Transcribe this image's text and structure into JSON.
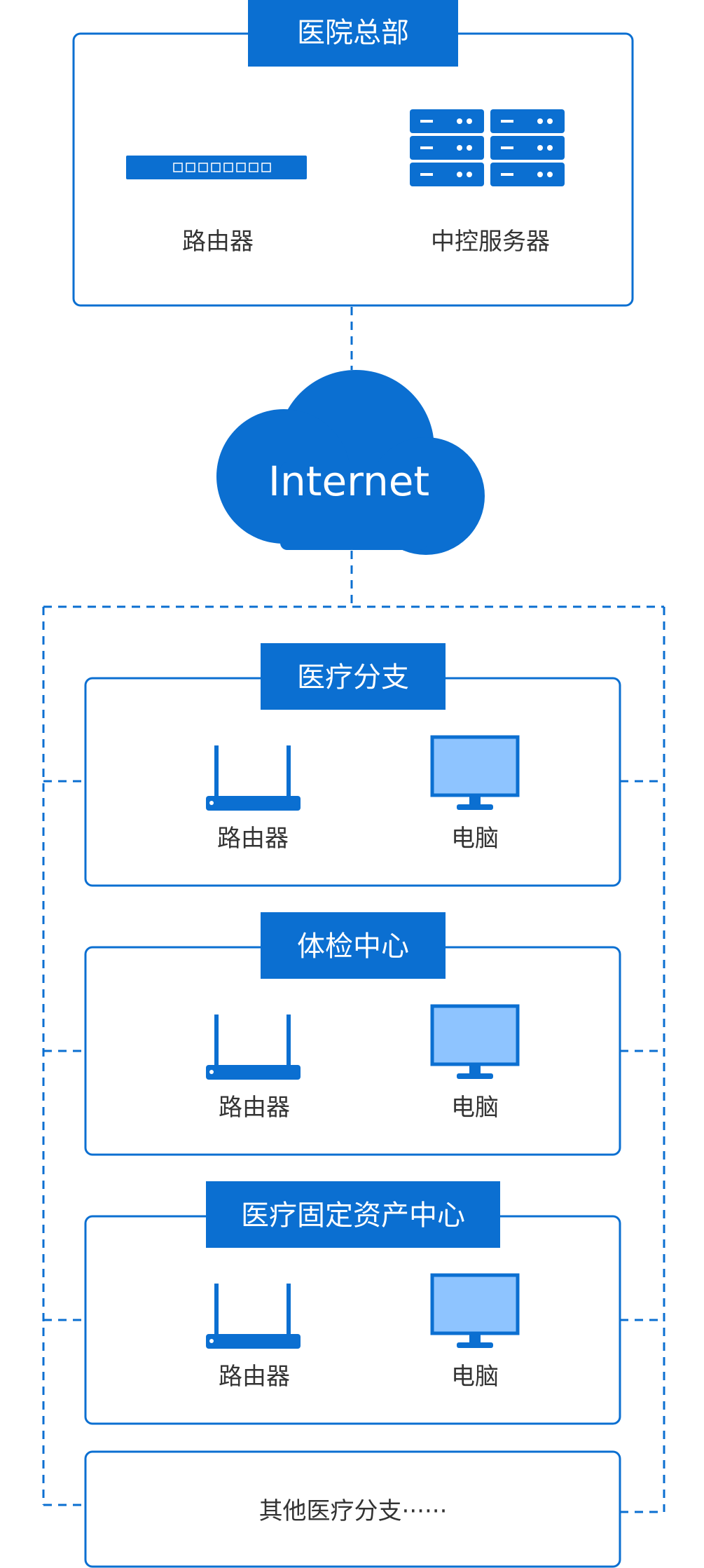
{
  "colors": {
    "primary": "#0b6fd1",
    "monitor_screen": "#8ec4ff",
    "caption_text": "#333333"
  },
  "headquarters": {
    "title": "医院总部",
    "router_label": "路由器",
    "server_label": "中控服务器"
  },
  "internet": {
    "label": "Internet"
  },
  "branches": [
    {
      "title": "医疗分支",
      "router_label": "路由器",
      "computer_label": "电脑"
    },
    {
      "title": "体检中心",
      "router_label": "路由器",
      "computer_label": "电脑"
    },
    {
      "title": "医疗固定资产中心",
      "router_label": "路由器",
      "computer_label": "电脑"
    }
  ],
  "other_branches": {
    "label": "其他医疗分支······"
  },
  "icons": {
    "hq_router": "rack-router-icon",
    "server": "server-rack-icon",
    "cloud": "cloud-icon",
    "wifi_router": "wifi-router-icon",
    "computer": "monitor-icon"
  }
}
